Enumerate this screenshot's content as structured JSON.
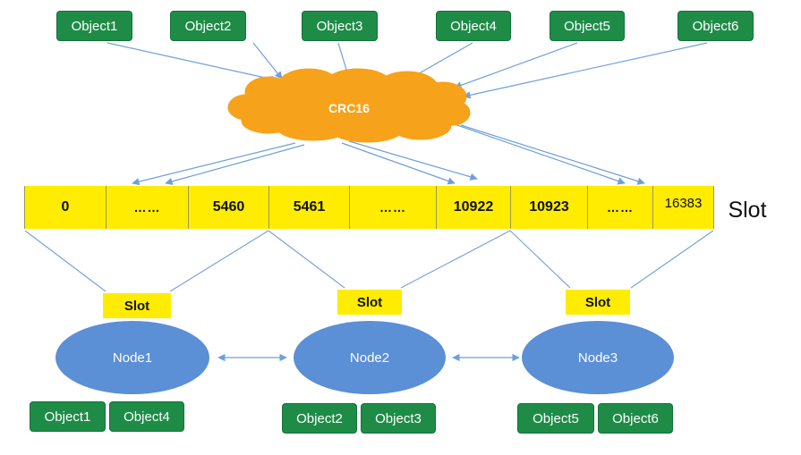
{
  "top_objects": [
    "Object1",
    "Object2",
    "Object3",
    "Object4",
    "Object5",
    "Object6"
  ],
  "hash_function": "CRC16",
  "slot_bar": {
    "cells": [
      "0",
      "……",
      "5460",
      "5461",
      "……",
      "10922",
      "10923",
      "……",
      "16383"
    ],
    "label": "Slot"
  },
  "nodes": [
    {
      "name": "Node1",
      "slot_label": "Slot",
      "objects": [
        "Object1",
        "Object4"
      ]
    },
    {
      "name": "Node2",
      "slot_label": "Slot",
      "objects": [
        "Object2",
        "Object3"
      ]
    },
    {
      "name": "Node3",
      "slot_label": "Slot",
      "objects": [
        "Object5",
        "Object6"
      ]
    }
  ],
  "colors": {
    "object_green": "#1e8c47",
    "cloud_orange": "#f7a21b",
    "slot_yellow": "#ffec00",
    "node_blue": "#5b8fd6",
    "arrow_blue": "#6fa0d8",
    "line_blue": "#7aa3d6"
  }
}
